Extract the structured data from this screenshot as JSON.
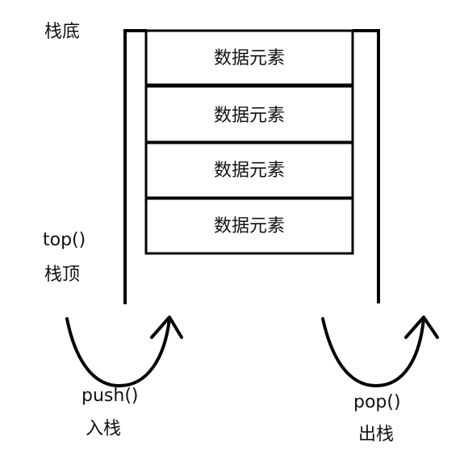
{
  "labels": {
    "stack_bottom": "栈底",
    "top_func": "top()",
    "stack_top": "栈顶",
    "push_func": "push()",
    "push_label": "入栈",
    "pop_func": "pop()",
    "pop_label": "出栈"
  },
  "stack": {
    "elements": [
      "数据元素",
      "数据元素",
      "数据元素",
      "数据元素"
    ]
  },
  "colors": {
    "stroke": "#000000",
    "text": "#111111",
    "background": "#ffffff"
  },
  "icons": [
    "push-arrow-icon",
    "pop-arrow-icon"
  ]
}
